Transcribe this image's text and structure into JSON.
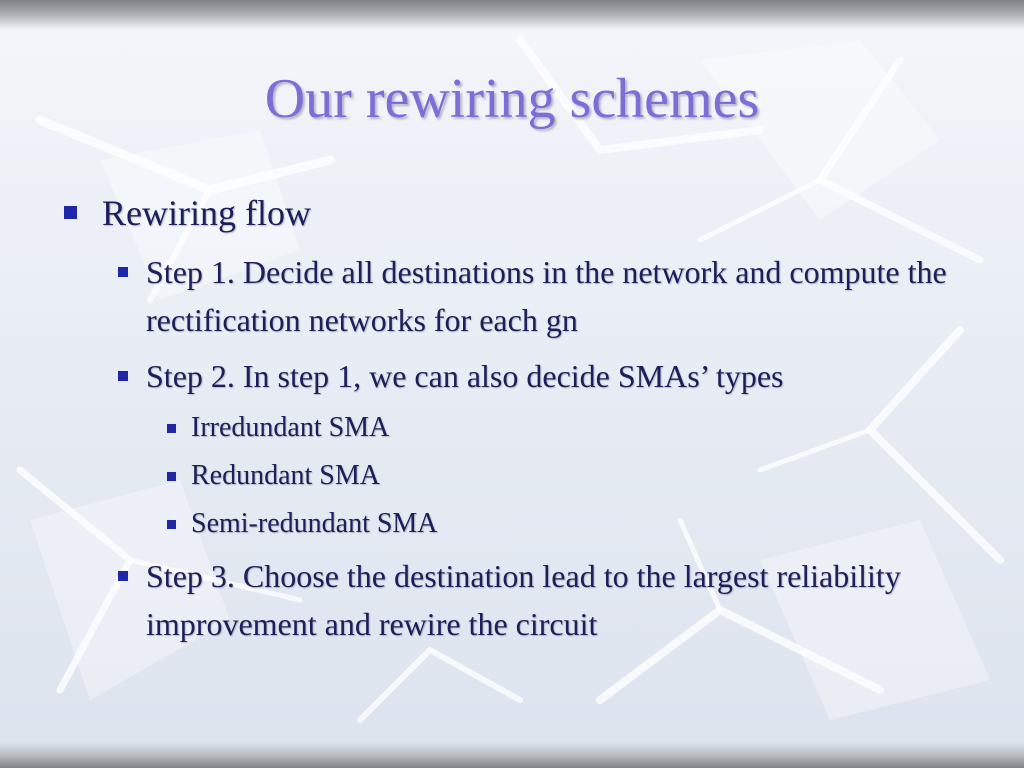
{
  "slide": {
    "title": "Our rewiring schemes",
    "bullets": [
      {
        "text": "Rewiring flow",
        "level": 1
      },
      {
        "text": "Step 1. Decide all destinations in the network and compute the rectification networks for each gn",
        "level": 2
      },
      {
        "text": "Step 2. In step 1, we can also decide SMAs’ types",
        "level": 2
      },
      {
        "text": "Irredundant SMA",
        "level": 3
      },
      {
        "text": "Redundant SMA",
        "level": 3
      },
      {
        "text": "Semi-redundant SMA",
        "level": 3
      },
      {
        "text": "Step 3. Choose the destination lead to the largest reliability improvement and rewire the circuit",
        "level": 2
      }
    ]
  },
  "colors": {
    "title": "#7b6ed6",
    "body_text": "#1c1f5a",
    "bullet": "#1f27a8"
  }
}
